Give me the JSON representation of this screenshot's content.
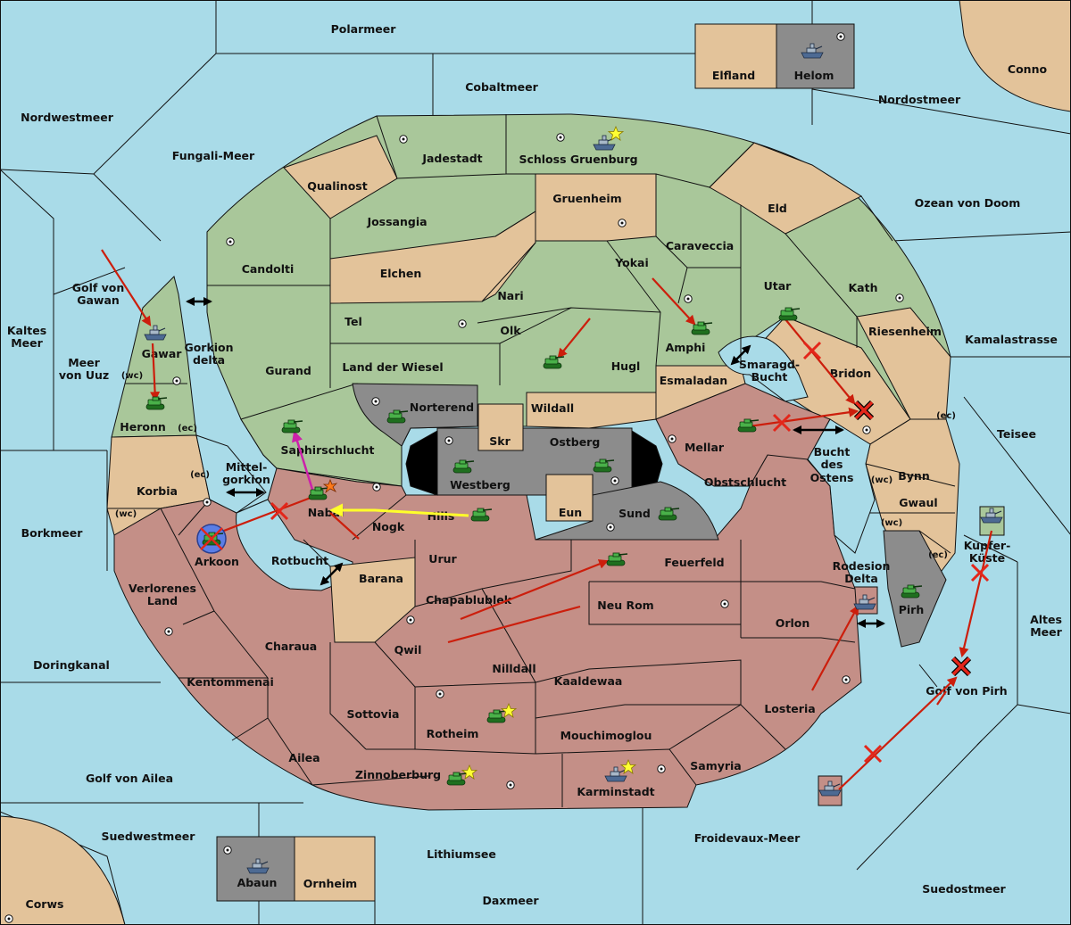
{
  "colors": {
    "sea": "#a9dbe8",
    "green": "#a9c79a",
    "red": "#c48f87",
    "tan": "#e3c39a",
    "gray": "#8c8c8c",
    "order_arrow": "#cc1e0c",
    "support_arrow": "#ffff2a",
    "convoy_arrow": "#cc22aa",
    "border": "#111111"
  },
  "seas": {
    "polarmeer": "Polarmeer",
    "cobaltmeer": "Cobaltmeer",
    "nordwestmeer": "Nordwestmeer",
    "fungali": "Fungali-Meer",
    "nordostmeer": "Nordostmeer",
    "ozean": "Ozean von Doom",
    "kaltes_l1": "Kaltes",
    "kaltes_l2": "Meer",
    "meer_uuz_l1": "Meer",
    "meer_uuz_l2": "von Uuz",
    "golf_gawan_l1": "Golf von",
    "golf_gawan_l2": "Gawan",
    "kamalastrasse": "Kamalastrasse",
    "teisee": "Teisee",
    "borkmeer": "Borkmeer",
    "doringkanal": "Doringkanal",
    "golf_ailea": "Golf von Ailea",
    "suedwestmeer": "Suedwestmeer",
    "lithiumsee": "Lithiumsee",
    "froidevaux": "Froidevaux-Meer",
    "daxmeer": "Daxmeer",
    "suedostmeer": "Suedostmeer",
    "altes_l1": "Altes",
    "altes_l2": "Meer",
    "golf_pirh": "Golf von Pirh",
    "smaragd_l1": "Smaragd-",
    "smaragd_l2": "Bucht",
    "bucht_l1": "Bucht",
    "bucht_l2": "des",
    "bucht_l3": "Ostens",
    "rotbucht": "Rotbucht",
    "gorkion_l1": "Gorkion",
    "gorkion_l2": "delta",
    "mittel_l1": "Mittel-",
    "mittel_l2": "gorkion",
    "rodesion_l1": "Rodesion",
    "rodesion_l2": "Delta",
    "kupfer_l1": "Kupfer-",
    "kupfer_l2": "Küste"
  },
  "lands": {
    "conno": "Conno",
    "corws": "Corws",
    "elfland": "Elfland",
    "helom": "Helom",
    "abaun": "Abaun",
    "ornheim": "Ornheim",
    "jadestadt": "Jadestadt",
    "schloss": "Schloss Gruenburg",
    "qualinost": "Qualinost",
    "gruenheim": "Gruenheim",
    "jossangia": "Jossangia",
    "eld": "Eld",
    "caraveccia": "Caraveccia",
    "candolti": "Candolti",
    "elchen": "Elchen",
    "yokai": "Yokai",
    "utar": "Utar",
    "kath": "Kath",
    "nari": "Nari",
    "tel": "Tel",
    "olk": "Olk",
    "amphi": "Amphi",
    "riesenheim": "Riesenheim",
    "gurand": "Gurand",
    "land_wiesel": "Land der Wiesel",
    "hugl": "Hugl",
    "esmaladan": "Esmaladan",
    "bridon": "Bridon",
    "gawar": "Gawar",
    "heronn": "Heronn",
    "norterend": "Norterend",
    "wildall": "Wildall",
    "skr": "Skr",
    "ostberg": "Ostberg",
    "westberg": "Westberg",
    "mellar": "Mellar",
    "saphir": "Saphirschlucht",
    "obstschlucht": "Obstschlucht",
    "bynn": "Bynn",
    "gwaul": "Gwaul",
    "korbia": "Korbia",
    "nabai": "Nabai",
    "hills": "Hills",
    "nogk": "Nogk",
    "eun": "Eun",
    "sund": "Sund",
    "arkoon": "Arkoon",
    "urur": "Urur",
    "feuerfeld": "Feuerfeld",
    "barana": "Barana",
    "chapa": "Chapablublek",
    "neu_rom": "Neu Rom",
    "orlon": "Orlon",
    "pirh": "Pirh",
    "verlorenes_l1": "Verlorenes",
    "verlorenes_l2": "Land",
    "charaua": "Charaua",
    "qwil": "Qwil",
    "nilldall": "Nilldall",
    "kaaldewaa": "Kaaldewaa",
    "kentommenai": "Kentommenai",
    "sottovia": "Sottovia",
    "losteria": "Losteria",
    "rotheim": "Rotheim",
    "mouchimoglou": "Mouchimoglou",
    "ailea": "Ailea",
    "samyria": "Samyria",
    "zinnoberburg": "Zinnoberburg",
    "karminstadt": "Karminstadt"
  },
  "coast_tags": {
    "wc": "(wc)",
    "ec": "(ec)"
  },
  "icons": {
    "army": "tank-icon",
    "fleet": "ship-icon",
    "center": "supply-center-icon",
    "star": "star-icon",
    "cross": "order-fail-cross-icon",
    "dislodged": "dislodged-circle-icon",
    "explosion": "explosion-icon",
    "link": "double-arrow-icon"
  }
}
